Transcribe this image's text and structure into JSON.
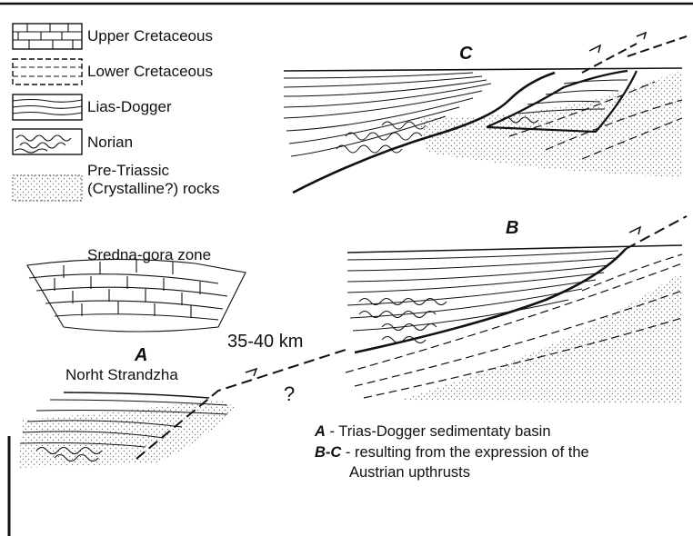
{
  "legend": {
    "items": [
      {
        "label": "Upper Cretaceous"
      },
      {
        "label": "Lower Cretaceous"
      },
      {
        "label": "Lias-Dogger"
      },
      {
        "label": "Norian"
      },
      {
        "label": "Pre-Triassic",
        "label2": "(Crystalline?) rocks"
      }
    ]
  },
  "sections": {
    "c_label": "C",
    "b_label": "B",
    "a_label": "A"
  },
  "labels": {
    "sredna": "Sredna-gora zone",
    "strandzha": "Norht Strandzha",
    "distance": "35-40 km",
    "question": "?"
  },
  "caption": {
    "a_key": "A",
    "a_text": " - Trias-Dogger sedimentaty basin",
    "bc_key": "B-C",
    "bc_text": " - resulting from the expression of the",
    "bc_text2": "Austrian upthrusts"
  }
}
